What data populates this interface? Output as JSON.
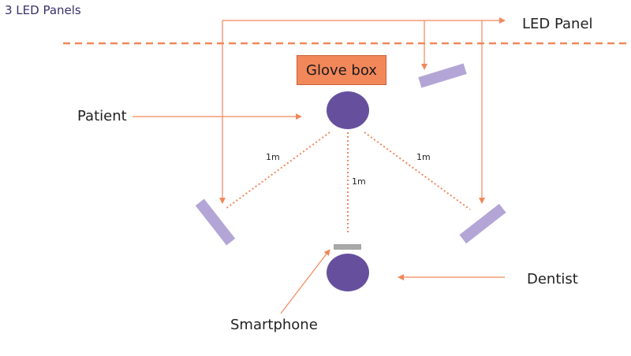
{
  "title": "3 LED Panels",
  "labels": {
    "led_panel": "LED Panel",
    "glove_box": "Glove box",
    "patient": "Patient",
    "dentist": "Dentist",
    "smartphone": "Smartphone"
  },
  "distances": {
    "left": "1m",
    "center": "1m",
    "right": "1m"
  },
  "colors": {
    "arrow": "#f2875a",
    "dashed_line": "#f2875a",
    "person": "#66509e",
    "panel": "#b3a6d6",
    "glove_box_fill": "#f2875a",
    "smartphone": "#a8a8a8",
    "title_text": "#3b2f6b"
  }
}
